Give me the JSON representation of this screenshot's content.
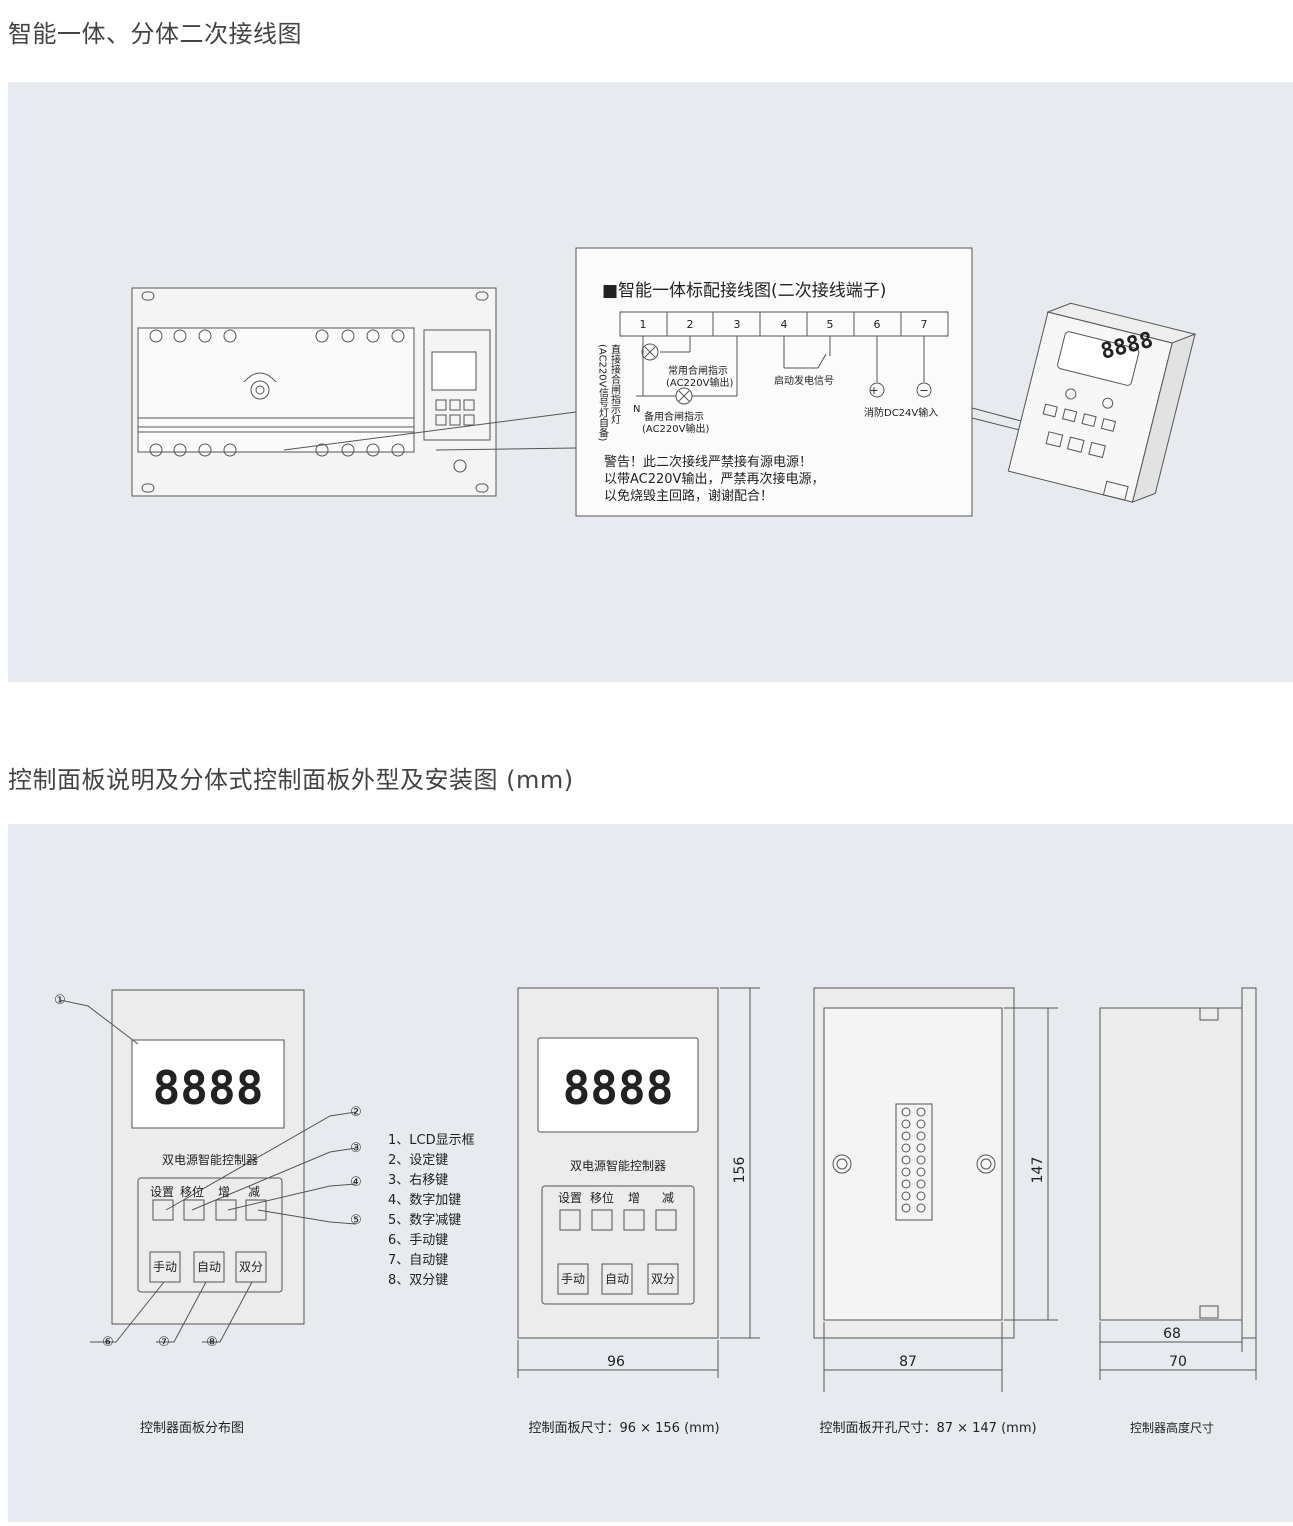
{
  "section1": {
    "title": "智能一体、分体二次接线图",
    "wiring": {
      "heading": "■智能一体标配接线图(二次接线端子)",
      "terminals": [
        "1",
        "2",
        "3",
        "4",
        "5",
        "6",
        "7"
      ],
      "lamp_label_vertical": "直接接合闸指示灯",
      "lamp_label_vertical2": "(AC220V信号灯自备)",
      "normal_indicator": "常用合闸指示",
      "normal_indicator_sub": "(AC220V输出)",
      "backup_indicator": "备用合闸指示",
      "backup_indicator_sub": "(AC220V输出)",
      "neutral": "N",
      "generator_signal": "启动发电信号",
      "fire_input": "消防DC24V输入",
      "plus": "+",
      "minus": "−",
      "warning": [
        "警告！此二次接线严禁接有源电源！",
        "以带AC220V输出，严禁再次接电源，",
        "以免烧毁主回路，谢谢配合！"
      ]
    },
    "device_display": "8888"
  },
  "section2": {
    "title": "控制面板说明及分体式控制面板外型及安装图 (mm)",
    "panel": {
      "display": "8888",
      "controller_name": "双电源智能控制器",
      "key_labels": [
        "设置",
        "移位",
        "增",
        "减"
      ],
      "big_keys": [
        "手动",
        "自动",
        "双分"
      ]
    },
    "callouts": [
      "①",
      "②",
      "③",
      "④",
      "⑤",
      "⑥",
      "⑦",
      "⑧"
    ],
    "legend": [
      "1、LCD显示框",
      "2、设定键",
      "3、右移键",
      "4、数字加键",
      "5、数字减键",
      "6、手动键",
      "7、自动键",
      "8、双分键"
    ],
    "dimensions": {
      "width": "96",
      "height": "156",
      "cutout_width": "87",
      "cutout_height": "147",
      "depth_inner": "68",
      "depth_outer": "70"
    },
    "captions": {
      "layout": "控制器面板分布图",
      "size": "控制面板尺寸：96 × 156 (mm)",
      "cutout": "控制面板开孔尺寸：87 × 147 (mm)",
      "height": "控制器高度尺寸"
    }
  }
}
